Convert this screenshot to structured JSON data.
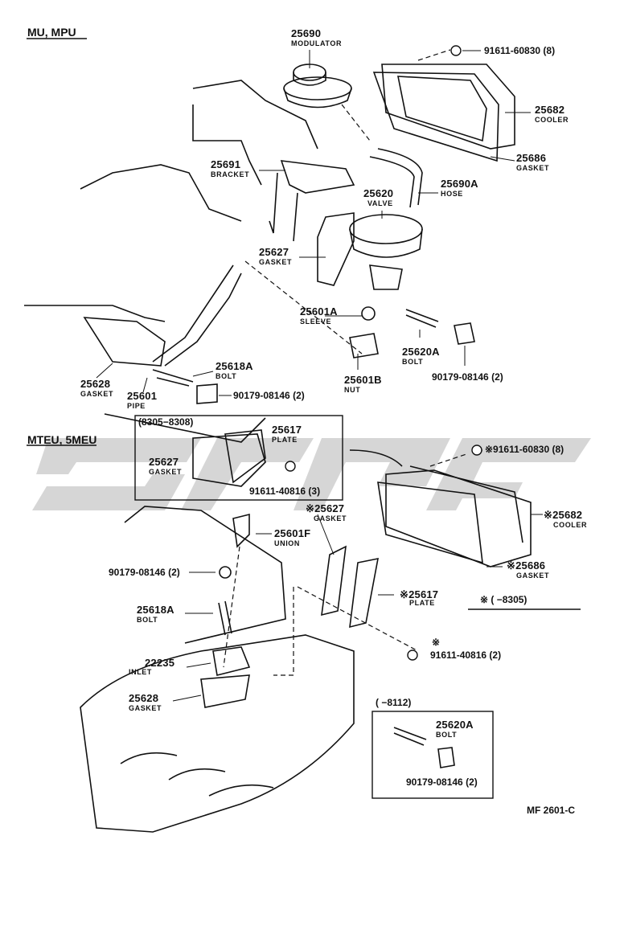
{
  "sections": {
    "mu_mpu": "MU, MPU",
    "mteu_5meu": "MTEU, 5MEU",
    "range_8305_8308": "(8305−8308)",
    "range_8305": "※ (      −8305)",
    "range_8112": "(      −8112)"
  },
  "reference_code": "MF 2601-C",
  "watermark_colors": {
    "main": "#d4d4d4"
  },
  "callouts": {
    "modulator": {
      "pn": "25690",
      "name": "MODULATOR"
    },
    "bolt_top": {
      "pn": "91611-60830 (8)"
    },
    "cooler_top": {
      "pn": "25682",
      "name": "COOLER"
    },
    "gasket_top": {
      "pn": "25686",
      "name": "GASKET"
    },
    "bracket": {
      "pn": "25691",
      "name": "BRACKET"
    },
    "hose": {
      "pn": "25690A",
      "name": "HOSE"
    },
    "valve": {
      "pn": "25620",
      "name": "VALVE"
    },
    "gasket_valve": {
      "pn": "25627",
      "name": "GASKET"
    },
    "sleeve": {
      "pn": "25601A",
      "name": "SLEEVE"
    },
    "bolt_stud": {
      "pn": "25620A",
      "name": "BOLT"
    },
    "nut_b": {
      "pn": "25601B",
      "name": "NUT"
    },
    "nut_qty": {
      "pn": "90179-08146 (2)"
    },
    "gasket_pipe": {
      "pn": "25628",
      "name": "GASKET"
    },
    "bolt_pipe": {
      "pn": "25618A",
      "name": "BOLT"
    },
    "pipe": {
      "pn": "25601",
      "name": "PIPE"
    },
    "nut_pipe": {
      "pn": "90179-08146 (2)"
    },
    "plate_mid": {
      "pn": "25617",
      "name": "PLATE"
    },
    "gasket_mid": {
      "pn": "25627",
      "name": "GASKET"
    },
    "bolt_mid": {
      "pn": "91611-40816 (3)"
    },
    "bolt_cooler2": {
      "pn": "※91611-60830 (8)"
    },
    "gasket_low": {
      "pn": "※25627",
      "name": "GASKET"
    },
    "union": {
      "pn": "25601F",
      "name": "UNION"
    },
    "cooler_low": {
      "pn": "※25682",
      "name": "COOLER"
    },
    "nut_low": {
      "pn": "90179-08146 (2)"
    },
    "gasket_cooler2": {
      "pn": "※25686",
      "name": "GASKET"
    },
    "bolt_low": {
      "pn": "25618A",
      "name": "BOLT"
    },
    "plate_low": {
      "pn": "※25617",
      "name": "PLATE"
    },
    "bolt_plate_low": {
      "pn": "91611-40816 (2)",
      "mark": "※"
    },
    "inlet": {
      "pn": "22235",
      "name": "INLET"
    },
    "gasket_inlet": {
      "pn": "25628",
      "name": "GASKET"
    },
    "bolt_box": {
      "pn": "25620A",
      "name": "BOLT"
    },
    "nut_box": {
      "pn": "90179-08146 (2)"
    }
  }
}
